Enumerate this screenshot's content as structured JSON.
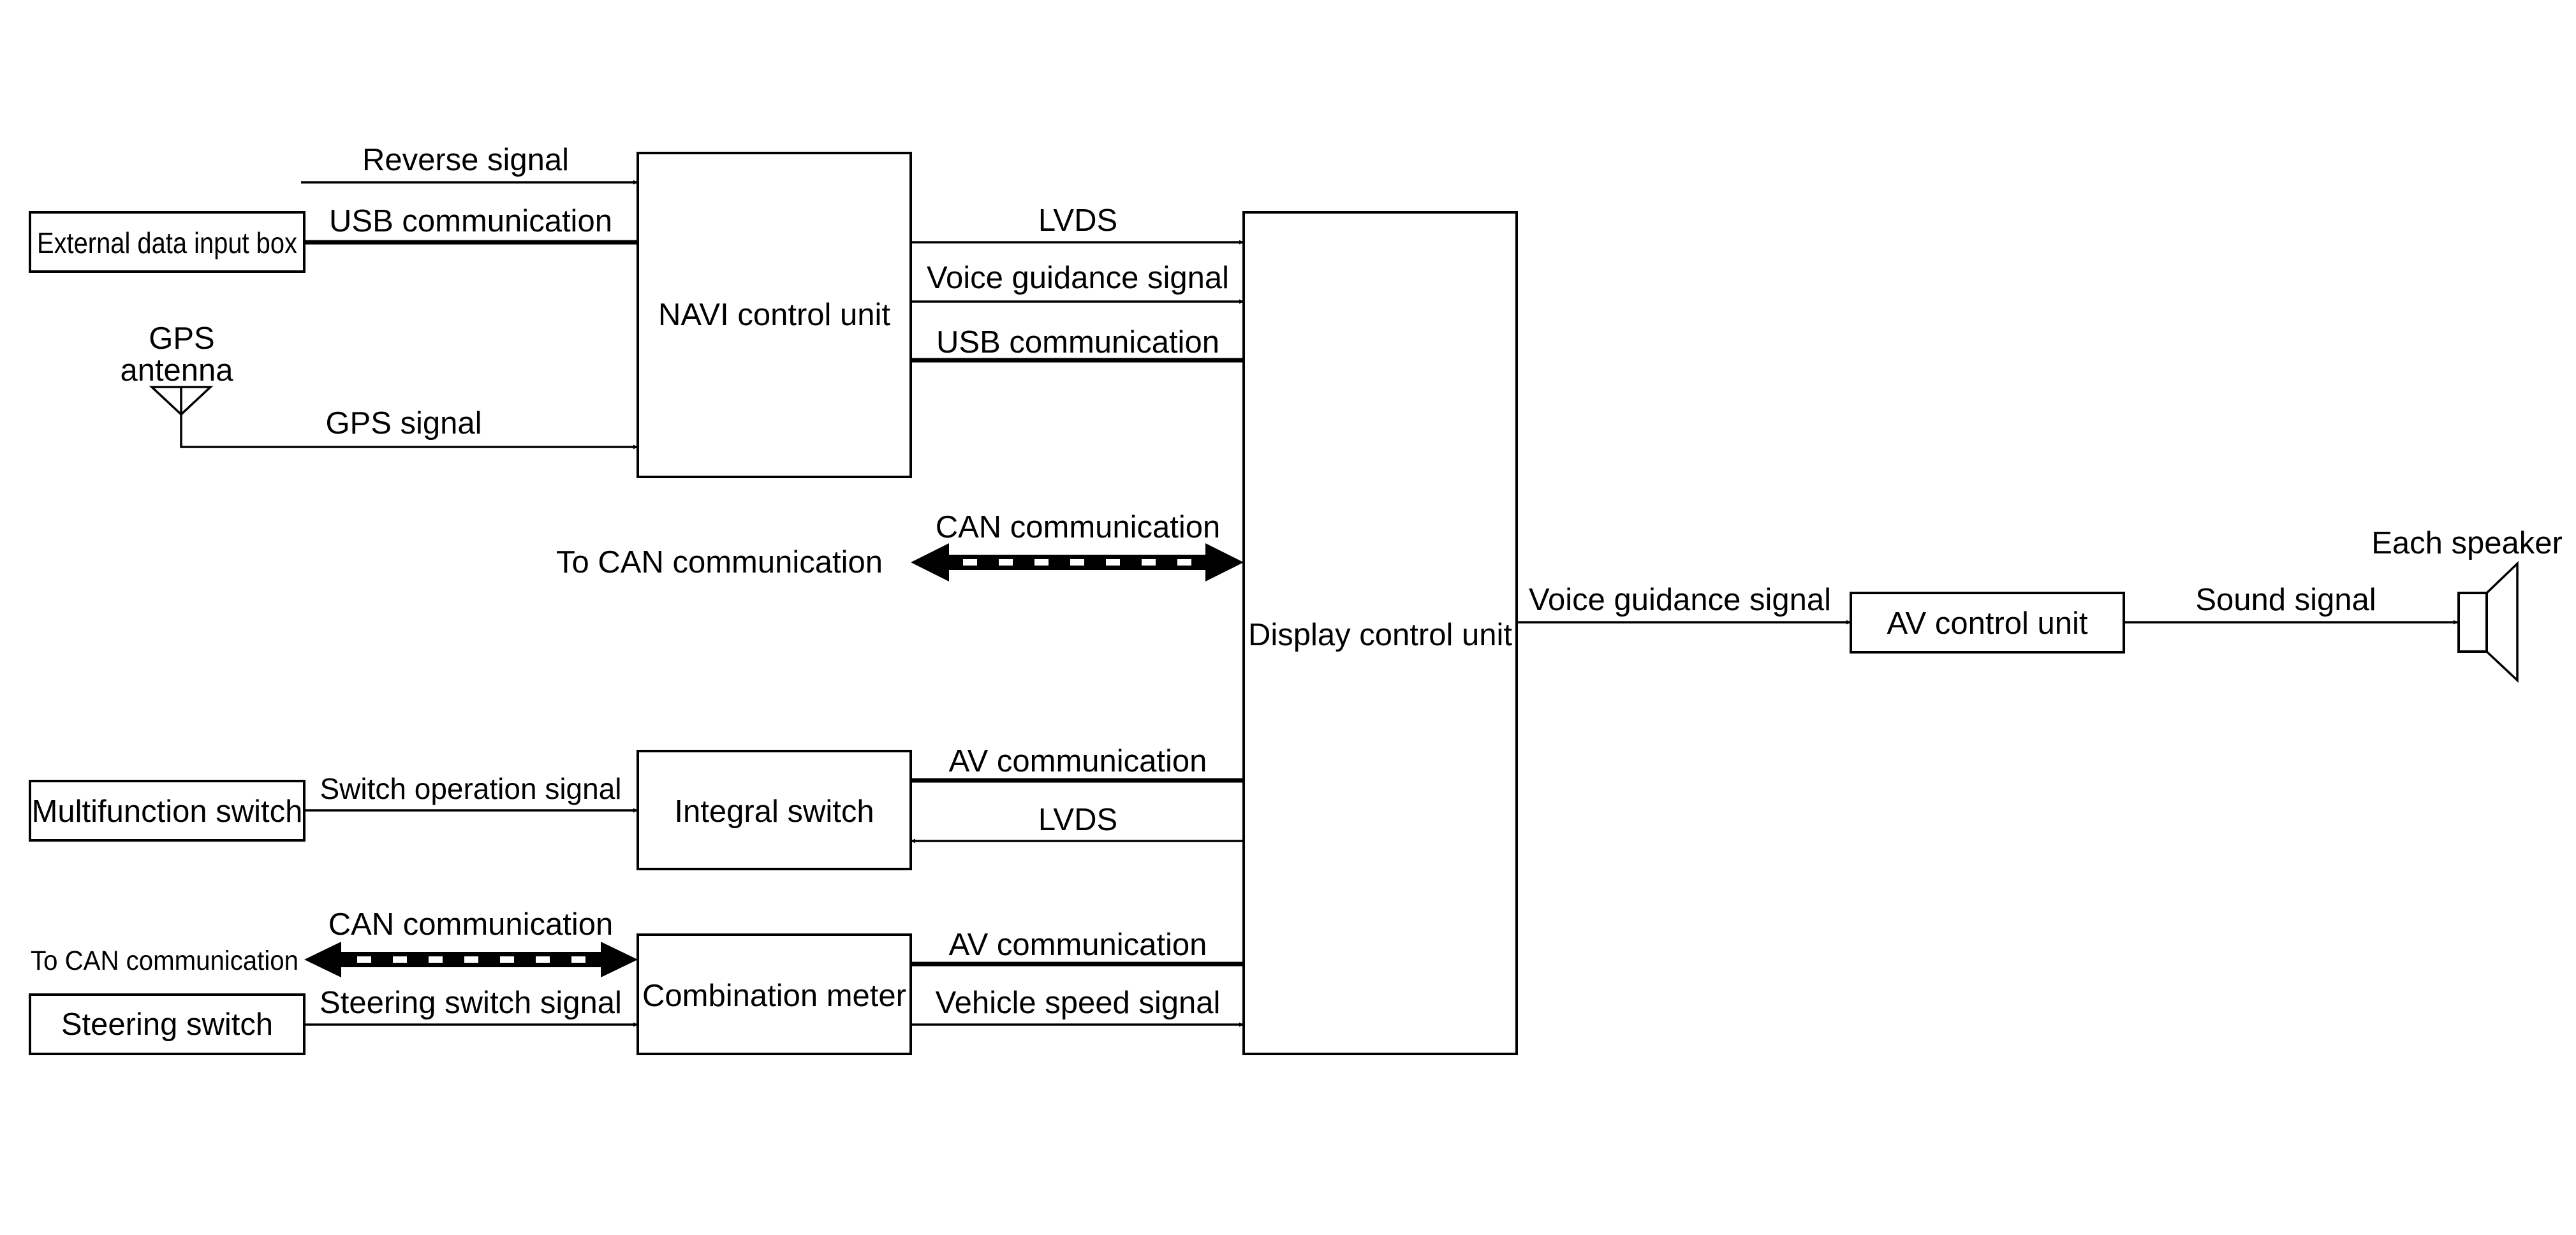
{
  "components": {
    "navi_control_unit": "NAVI control unit",
    "display_control_unit": "Display control unit",
    "integral_switch": "Integral switch",
    "combination_meter": "Combination meter",
    "av_control_unit": "AV control unit",
    "external_data_input_box": "External data input box",
    "multifunction_switch": "Multifunction switch",
    "steering_switch": "Steering switch",
    "gps_antenna_line1": "GPS",
    "gps_antenna_line2": "antenna",
    "each_speaker": "Each speaker"
  },
  "signals": {
    "reverse_signal": "Reverse signal",
    "usb_communication_ext": "USB communication",
    "gps_signal": "GPS signal",
    "lvds_navi": "LVDS",
    "voice_guidance_navi": "Voice guidance signal",
    "usb_communication_navi": "USB communication",
    "can_communication_display": "CAN communication",
    "to_can_communication_display": "To CAN communication",
    "switch_operation_signal": "Switch operation signal",
    "av_communication_integral": "AV communication",
    "lvds_integral": "LVDS",
    "can_communication_meter": "CAN communication",
    "to_can_communication_meter": "To CAN communication",
    "steering_switch_signal": "Steering switch signal",
    "av_communication_meter": "AV communication",
    "vehicle_speed_signal": "Vehicle speed signal",
    "voice_guidance_display": "Voice guidance signal",
    "sound_signal": "Sound signal"
  }
}
